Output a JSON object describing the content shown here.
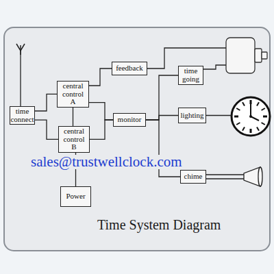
{
  "diagram": {
    "caption": "Time System Diagram",
    "nodes": [
      {
        "text": [
          "feedback"
        ]
      },
      {
        "text": [
          "time going"
        ]
      },
      {
        "text": [
          "central control A"
        ]
      },
      {
        "text": [
          "time connect"
        ]
      },
      {
        "text": [
          "monitor"
        ]
      },
      {
        "text": [
          "lighting"
        ]
      },
      {
        "text": [
          "central control B"
        ]
      },
      {
        "text": [
          "chime"
        ]
      },
      {
        "text": [
          "Power"
        ]
      }
    ],
    "edges": [
      {
        "from": 3,
        "to": 2,
        "arrow": "none"
      },
      {
        "from": 3,
        "to": 6,
        "arrow": "none"
      },
      {
        "from": 2,
        "to": 0,
        "arrow": "none"
      },
      {
        "from": 2,
        "to": 4,
        "arrow": "none"
      },
      {
        "from": 6,
        "to": 4,
        "arrow": "none"
      },
      {
        "from": 2,
        "to": 6,
        "arrow": "none"
      },
      {
        "from": 4,
        "to": 1,
        "arrow": "none"
      },
      {
        "from": 4,
        "to": 5,
        "arrow": "none"
      },
      {
        "from": 4,
        "to": 7,
        "arrow": "none"
      },
      {
        "from": 6,
        "to": 8,
        "arrow": "none"
      }
    ],
    "labels": [
      "sales@trustwellclock.com"
    ]
  }
}
